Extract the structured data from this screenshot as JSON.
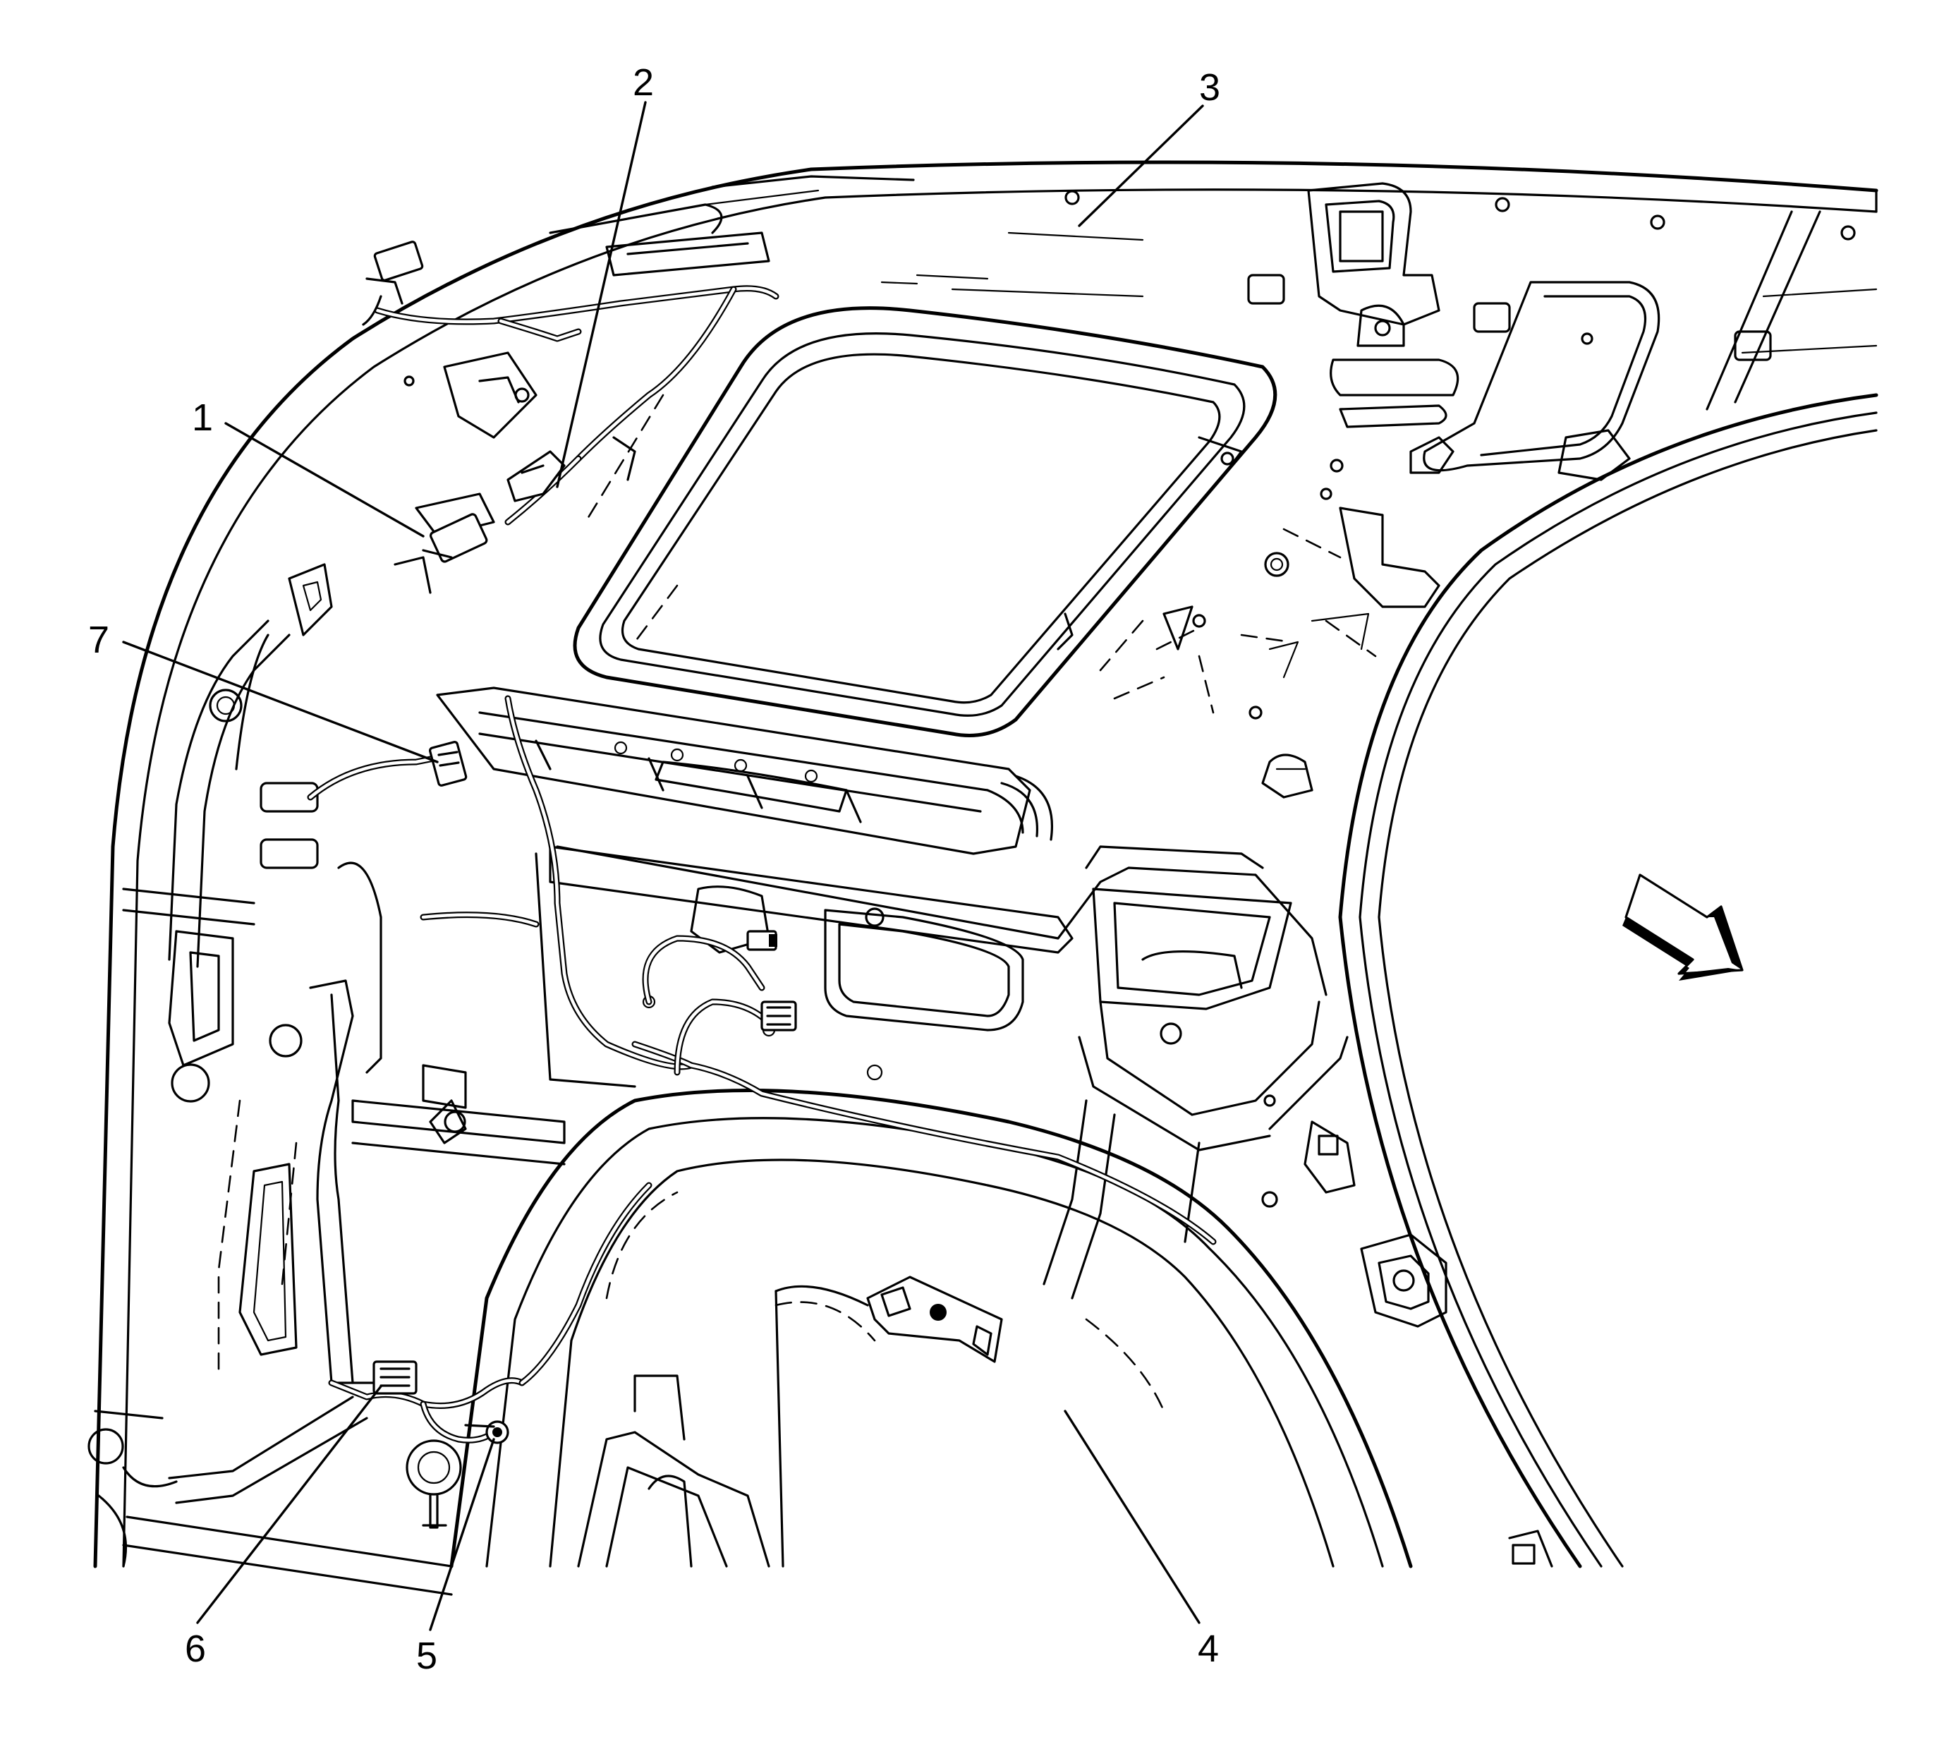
{
  "callouts": [
    {
      "id": "1",
      "label": "1"
    },
    {
      "id": "2",
      "label": "2"
    },
    {
      "id": "3",
      "label": "3"
    },
    {
      "id": "4",
      "label": "4"
    },
    {
      "id": "5",
      "label": "5"
    },
    {
      "id": "6",
      "label": "6"
    },
    {
      "id": "7",
      "label": "7"
    }
  ],
  "icons": {
    "direction_arrow": "forward-direction-arrow-icon"
  }
}
